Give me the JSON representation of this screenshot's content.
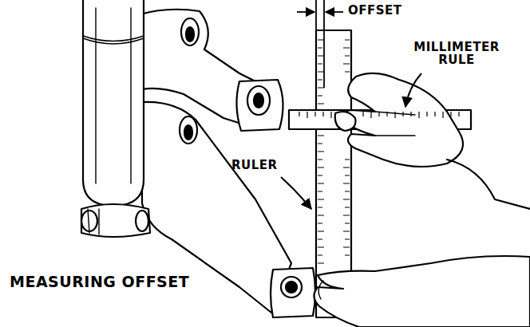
{
  "diagram": {
    "caption": "MEASURING OFFSET",
    "labels": [
      "OFFSET",
      "MILLIMETER RULE",
      "RULER"
    ]
  }
}
